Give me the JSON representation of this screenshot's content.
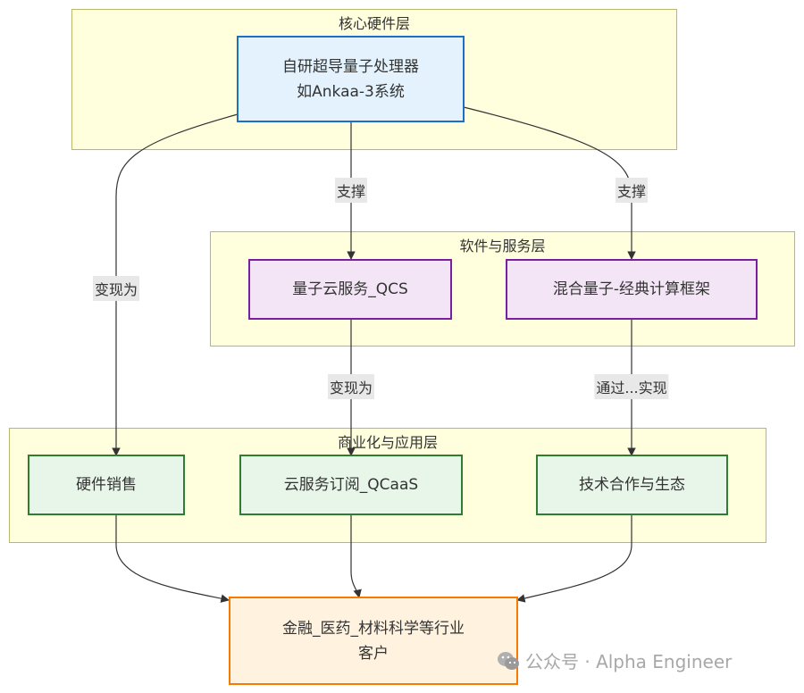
{
  "layers": {
    "hardware": {
      "title": "核心硬件层"
    },
    "software": {
      "title": "软件与服务层"
    },
    "business": {
      "title": "商业化与应用层"
    }
  },
  "nodes": {
    "processor": {
      "label": "自研超导量子处理器\n如Ankaa-3系统"
    },
    "qcs": {
      "label": "量子云服务_QCS"
    },
    "hybrid": {
      "label": "混合量子-经典计算框架"
    },
    "hw_sales": {
      "label": "硬件销售"
    },
    "qcaas": {
      "label": "云服务订阅_QCaaS"
    },
    "partner": {
      "label": "技术合作与生态"
    },
    "customers": {
      "label": "金融_医药_材料科学等行业\n客户"
    }
  },
  "edges": {
    "processor_to_qcs": "支撑",
    "processor_to_hybrid": "支撑",
    "processor_to_hwsales": "变现为",
    "qcs_to_qcaas": "变现为",
    "hybrid_to_partner": "通过...实现"
  },
  "colors": {
    "layer_fill": "#ffffde",
    "layer_border": "#b8b86a",
    "hardware_node": "#1e6fc4",
    "software_node": "#7b1fa2",
    "business_node": "#2e7d32",
    "customer_node": "#f57c00"
  },
  "watermark": {
    "text": "公众号 · Alpha Engineer",
    "icon": "wechat-icon"
  }
}
